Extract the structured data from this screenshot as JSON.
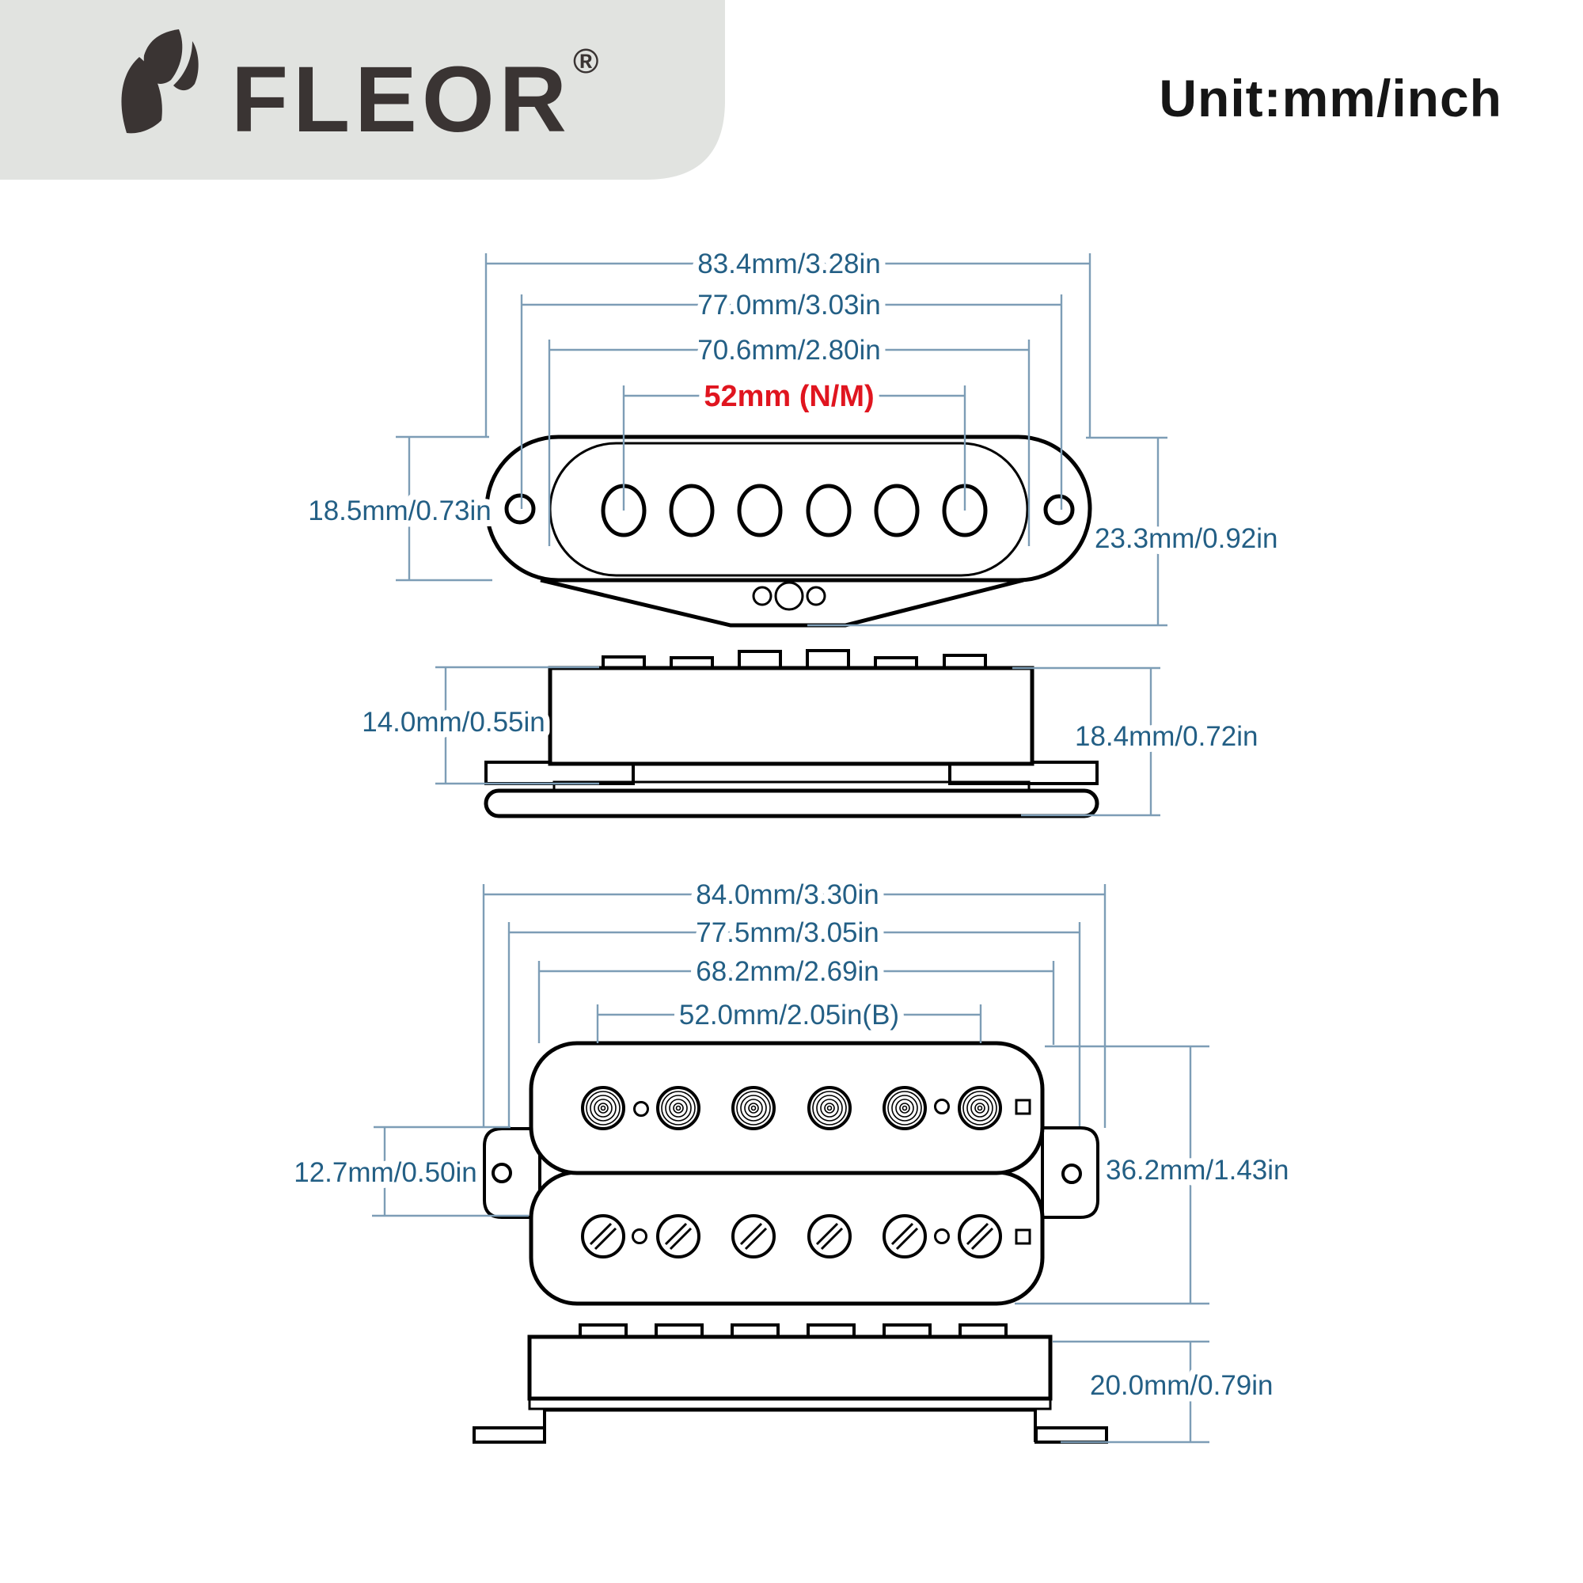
{
  "header": {
    "brand": "FLEOR",
    "registered_mark": "®",
    "unit_label": "Unit:mm/inch"
  },
  "colors": {
    "dimension_text": "#235f85",
    "dimension_line": "#7d9db6",
    "highlight_red": "#e0151f",
    "header_background": "#e1e3e0",
    "logo_ink": "#3a3433",
    "drawing_ink": "#000000"
  },
  "single_coil_top": {
    "width_dims": [
      {
        "label": "83.4mm/3.28in"
      },
      {
        "label": "77.0mm/3.03in"
      },
      {
        "label": "70.6mm/2.80in"
      }
    ],
    "string_spacing_dim": {
      "label": "52mm (N/M)",
      "color": "#e0151f"
    },
    "flange_height_dim": {
      "label": "18.5mm/0.73in"
    },
    "total_height_dim": {
      "label": "23.3mm/0.92in"
    }
  },
  "single_coil_side": {
    "body_height_dim": {
      "label": "14.0mm/0.55in"
    },
    "total_height_dim": {
      "label": "18.4mm/0.72in"
    }
  },
  "humbucker_top": {
    "width_dims": [
      {
        "label": "84.0mm/3.30in"
      },
      {
        "label": "77.5mm/3.05in"
      },
      {
        "label": "68.2mm/2.69in"
      },
      {
        "label": "52.0mm/2.05in(B)"
      }
    ],
    "ear_height_dim": {
      "label": "12.7mm/0.50in"
    },
    "total_height_dim": {
      "label": "36.2mm/1.43in"
    }
  },
  "humbucker_side": {
    "height_dim": {
      "label": "20.0mm/0.79in"
    }
  }
}
